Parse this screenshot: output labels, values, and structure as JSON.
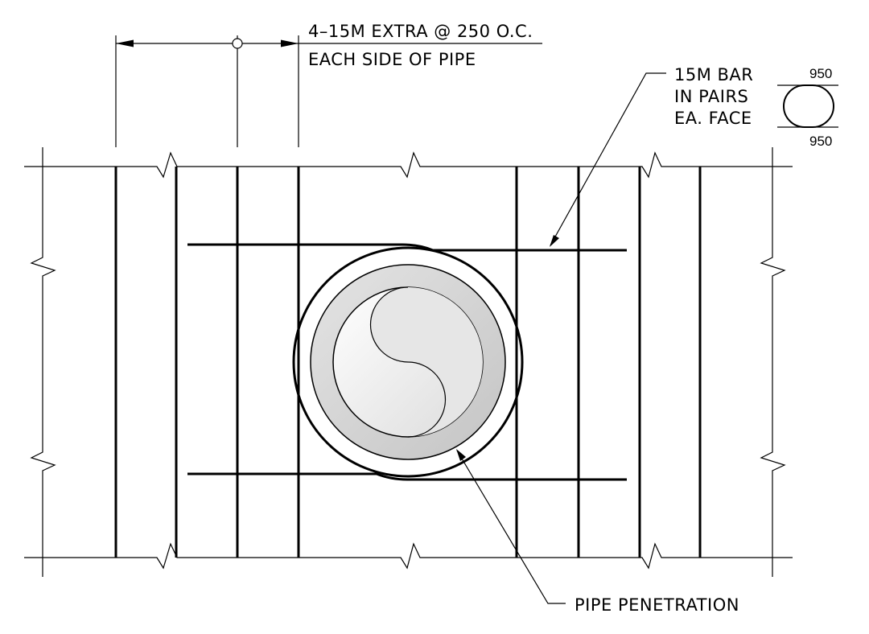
{
  "notes": {
    "extra_bars_line1": "4–15M EXTRA @ 250 O.C.",
    "extra_bars_line2": "EACH SIDE OF PIPE",
    "bar_pairs_line1": "15M BAR",
    "bar_pairs_line2": "IN PAIRS",
    "bar_pairs_line3": "EA.  FACE",
    "pipe_penetration": "PIPE PENETRATION"
  },
  "bend_detail": {
    "top_dimension": "950",
    "bottom_dimension": "950"
  }
}
